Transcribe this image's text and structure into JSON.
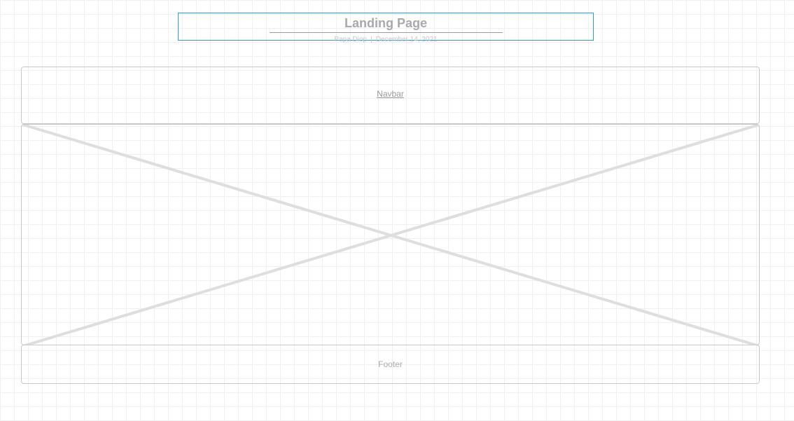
{
  "header": {
    "title": "Landing Page",
    "author": "Papa Diop",
    "separator": "|",
    "date": "December 14, 2021"
  },
  "navbar": {
    "label": "Navbar"
  },
  "hero": {
    "placeholder": "image-placeholder"
  },
  "footer": {
    "label": "Footer"
  },
  "colors": {
    "title_border": "#2a9fd6",
    "panel_border": "#c8c8c8",
    "placeholder_cross": "#dedede"
  }
}
